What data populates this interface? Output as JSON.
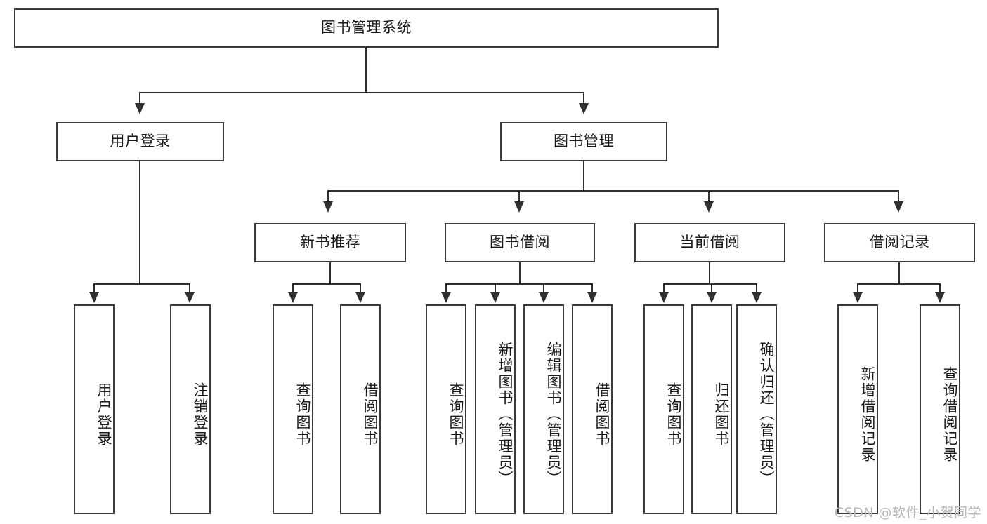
{
  "diagram": {
    "title": "图书管理系统",
    "type": "tree",
    "watermark": "CSDN @软件_小贺同学",
    "colors": {
      "box_border": "#3a3a3a",
      "connector": "#2f2f2f",
      "text": "#1a1a1a",
      "background": "#ffffff",
      "watermark": "#b6b6b6"
    },
    "root": {
      "label": "图书管理系统"
    },
    "level2": [
      {
        "label": "用户登录"
      },
      {
        "label": "图书管理"
      }
    ],
    "level3": [
      {
        "label": "新书推荐"
      },
      {
        "label": "图书借阅"
      },
      {
        "label": "当前借阅"
      },
      {
        "label": "借阅记录"
      }
    ],
    "leaves": {
      "user_login": [
        {
          "label": "用户登录"
        },
        {
          "label": "注销登录"
        }
      ],
      "new_book_recommend": [
        {
          "label": "查询图书"
        },
        {
          "label": "借阅图书"
        }
      ],
      "book_borrow": [
        {
          "label": "查询图书"
        },
        {
          "label": "新增图书（管理员）"
        },
        {
          "label": "编辑图书（管理员）"
        },
        {
          "label": "借阅图书"
        }
      ],
      "current_borrow": [
        {
          "label": "查询图书"
        },
        {
          "label": "归还图书"
        },
        {
          "label": "确认归还（管理员）"
        }
      ],
      "borrow_record": [
        {
          "label": "新增借阅记录"
        },
        {
          "label": "查询借阅记录"
        }
      ]
    }
  }
}
